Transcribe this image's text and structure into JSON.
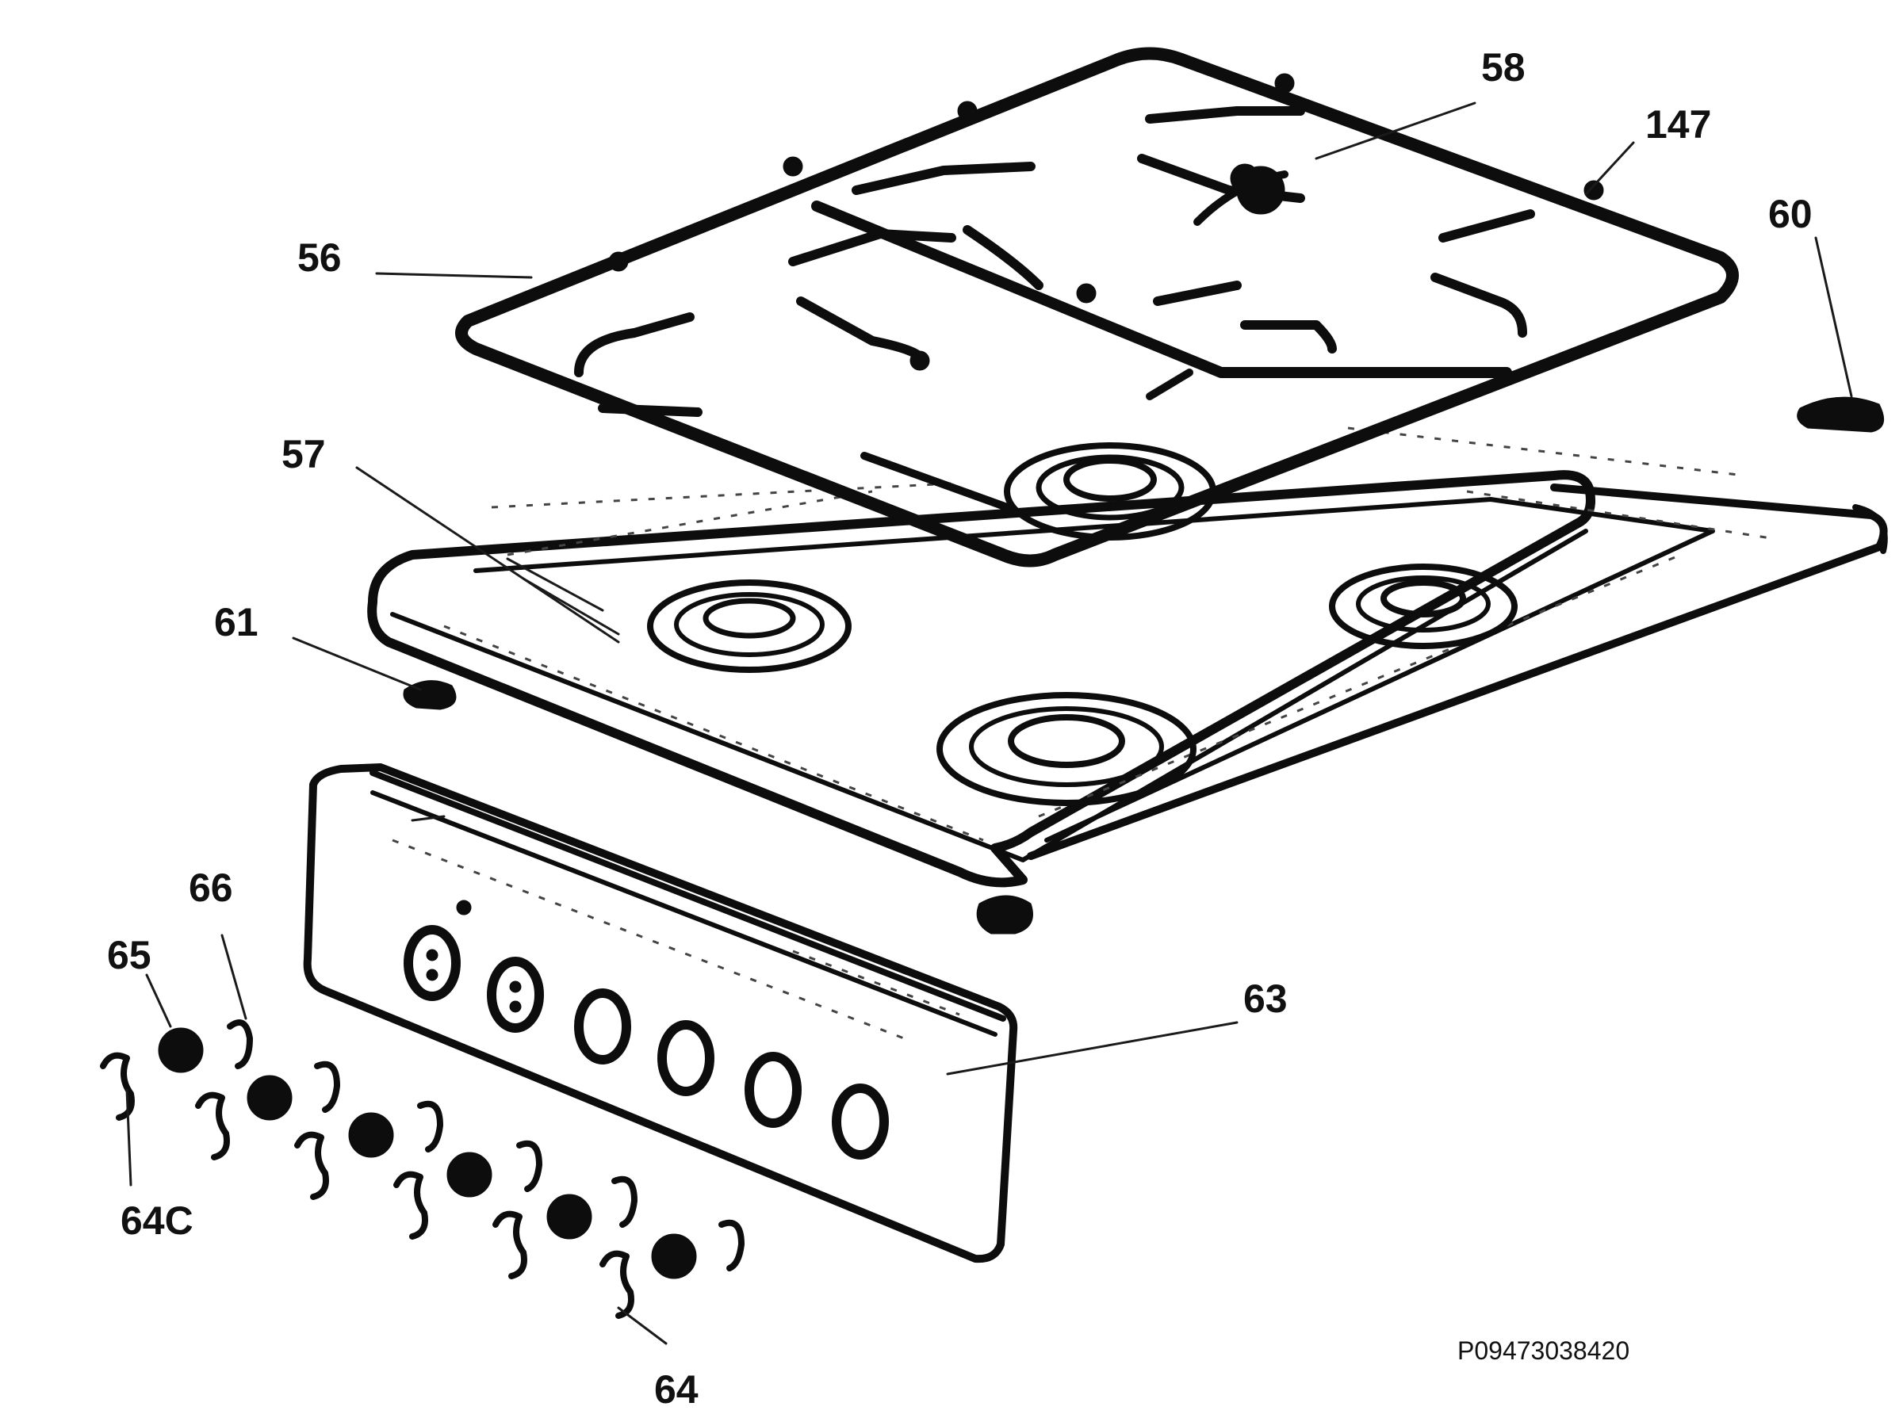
{
  "diagram": {
    "callouts": {
      "c56": "56",
      "c58": "58",
      "c147": "147",
      "c60": "60",
      "c57": "57",
      "c61": "61",
      "c66": "66",
      "c65": "65",
      "c63": "63",
      "c64c": "64C",
      "c64": "64"
    },
    "reference_code": "P09473038420"
  },
  "colors": {
    "ink": "#0d0d0d",
    "paper": "#ffffff"
  },
  "parts": [
    "pan-support-grid",
    "hob-top-plate",
    "burner-caps",
    "control-panel",
    "knobs",
    "knob-springs",
    "buffers"
  ]
}
